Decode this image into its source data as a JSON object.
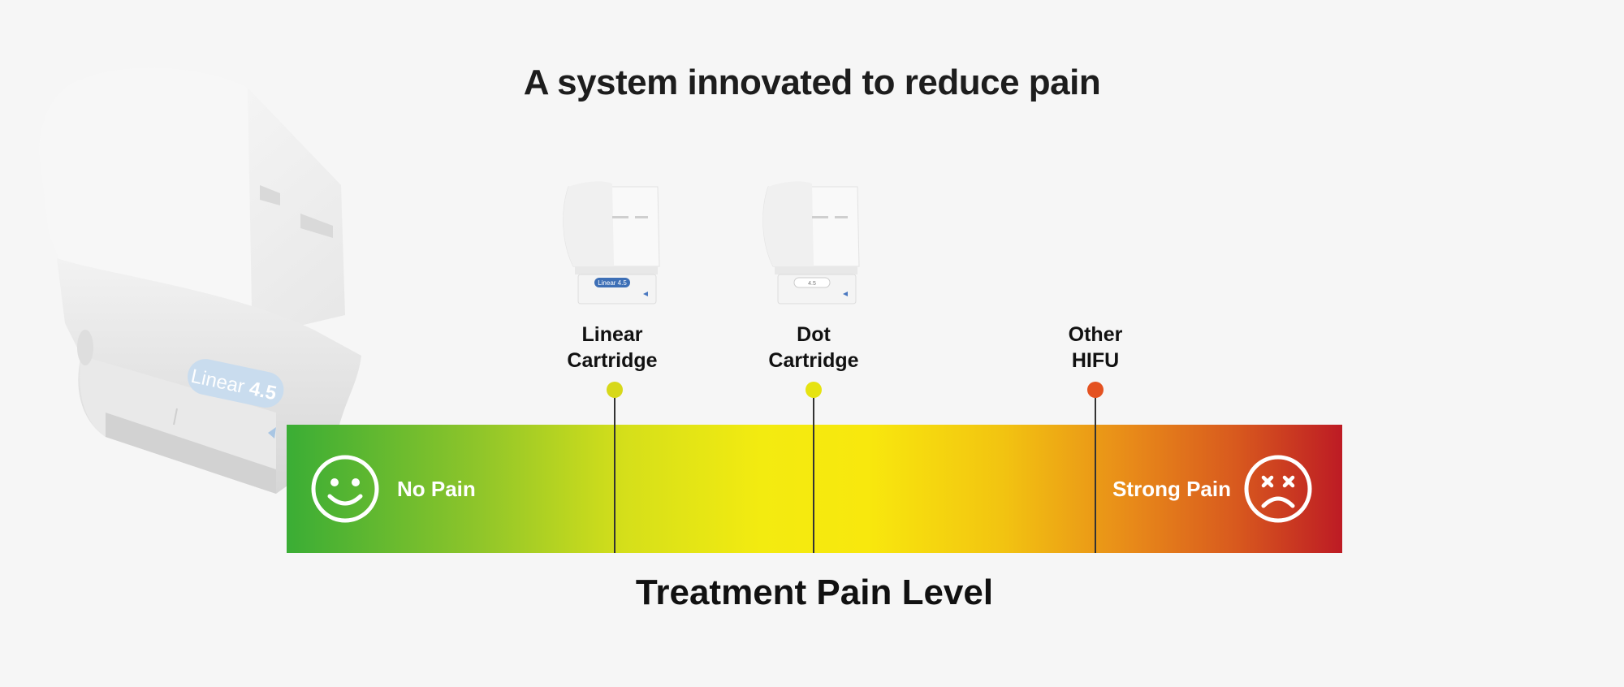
{
  "headline": "A system innovated to reduce pain",
  "device": {
    "badge_model": "Linear",
    "badge_version": "4.5"
  },
  "cartridges": {
    "linear_badge": "Linear 4.5",
    "dot_badge": "4.5"
  },
  "markers": [
    {
      "line1": "Linear",
      "line2": "Cartridge",
      "color": "#d7d81a"
    },
    {
      "line1": "Dot",
      "line2": "Cartridge",
      "color": "#e6e311"
    },
    {
      "line1": "Other",
      "line2": "HIFU",
      "color": "#e45221"
    }
  ],
  "scale": {
    "left_label": "No Pain",
    "right_label": "Strong Pain",
    "title": "Treatment Pain Level",
    "gradient_start": "#3aad35",
    "gradient_mid": "#f8e80d",
    "gradient_end": "#bd1b24"
  },
  "icons": {
    "left_face": "smiling-face-icon",
    "right_face": "dizzy-sad-face-icon"
  }
}
